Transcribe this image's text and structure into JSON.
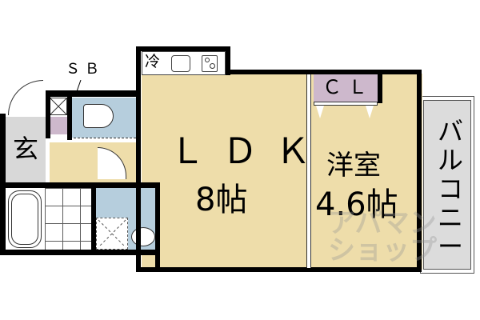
{
  "floorplan": {
    "colors": {
      "room": "#EEDDAA",
      "wet": "#B6CEDD",
      "storage": "#CDB8CC",
      "entrance": "#D8D8D8",
      "balcony": "#DCDCDC",
      "wall": "#000000"
    },
    "labels": {
      "shoe_box": "ＳＢ",
      "fridge": "冷",
      "entrance": "玄",
      "ldk": "ＬＤＫ",
      "ldk_size": "8帖",
      "western_room": "洋室",
      "western_room_size": "4.6帖",
      "closet": "ＣＬ",
      "balcony_chars": [
        "バ",
        "ル",
        "コ",
        "ニ",
        "ー"
      ]
    },
    "watermark": {
      "line1": "アパマン",
      "line2": "ショップ"
    }
  }
}
